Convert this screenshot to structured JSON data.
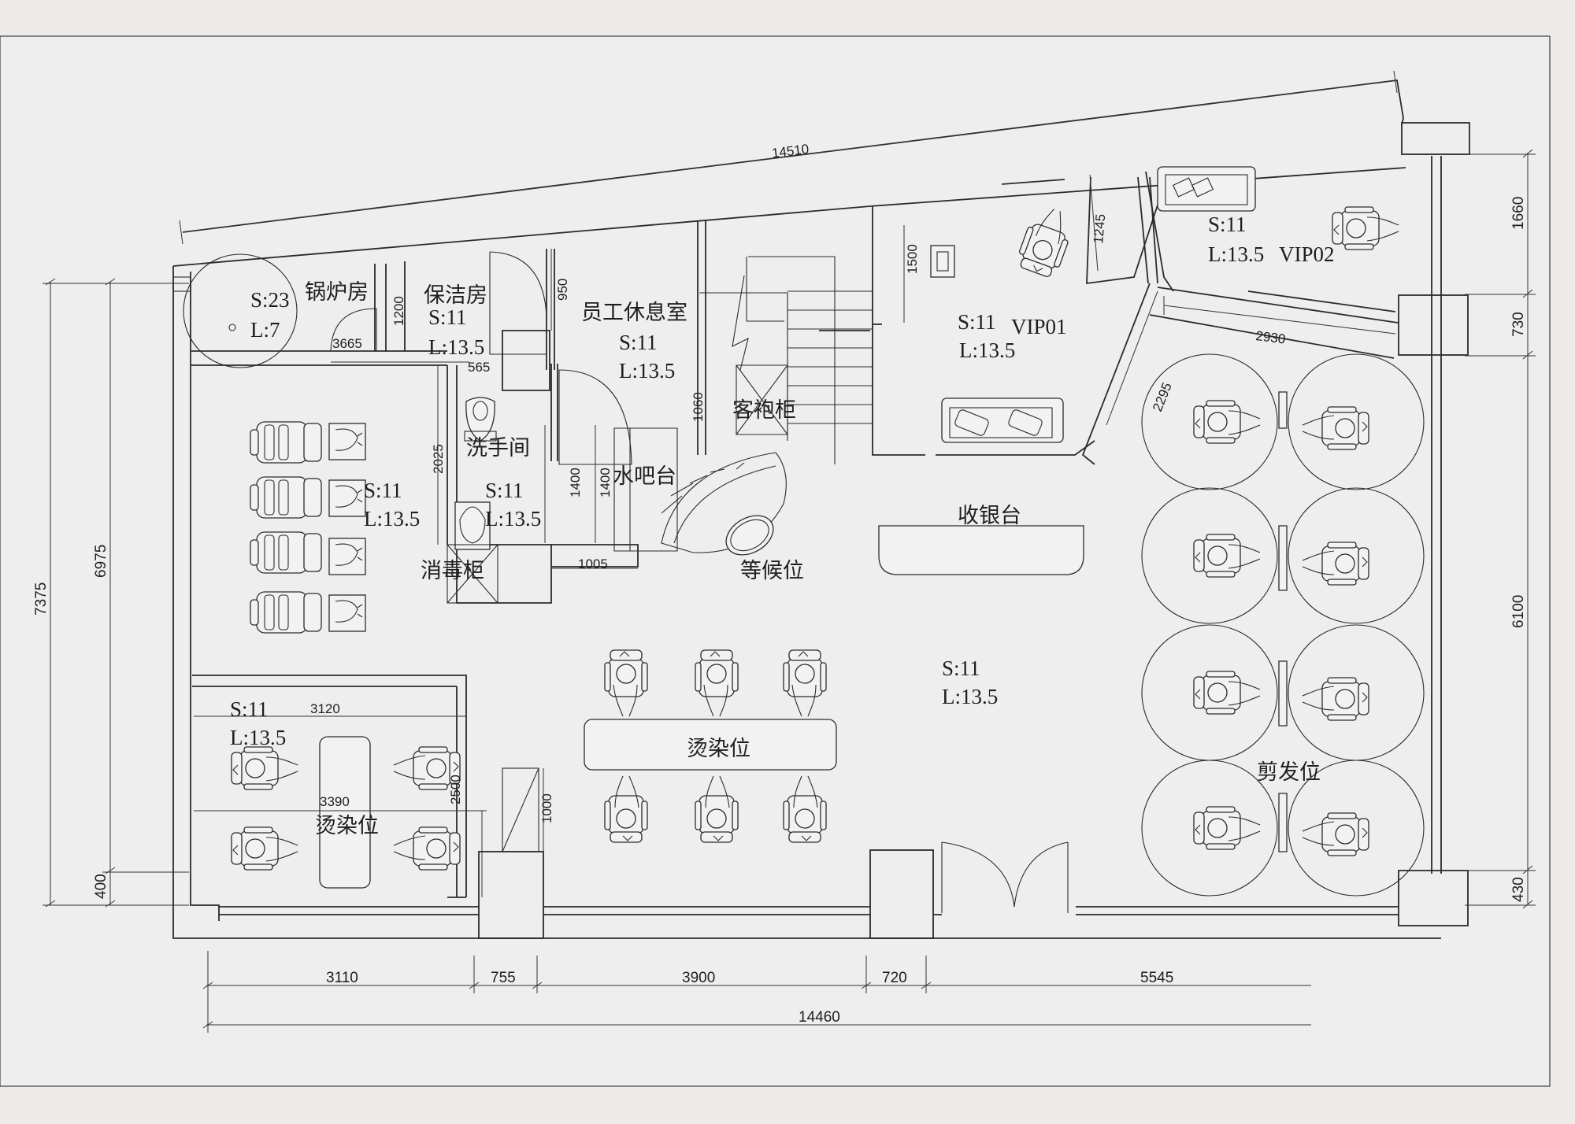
{
  "rooms": {
    "boiler": {
      "name": "锅炉房",
      "s": "S:23",
      "l": "L:7"
    },
    "cleaning": {
      "name": "保洁房",
      "s": "S:11",
      "l": "L:13.5"
    },
    "staff_lounge": {
      "name": "员工休息室",
      "s": "S:11",
      "l": "L:13.5"
    },
    "wash_room": {
      "name": "洗手间",
      "s": "S:11",
      "l": "L:13.5"
    },
    "robe_cabinet": {
      "name": "客袍柜"
    },
    "water_bar": {
      "name": "水吧台"
    },
    "disinfect_cabinet": {
      "name": "消毒柜"
    },
    "waiting": {
      "name": "等候位"
    },
    "vip01": {
      "name": "VIP01",
      "s": "S:11",
      "l": "L:13.5"
    },
    "vip02": {
      "name": "VIP02",
      "s": "S:11",
      "l": "L:13.5"
    },
    "cashier": {
      "name": "收银台"
    },
    "wash_area": {
      "s": "S:11",
      "l": "L:13.5"
    },
    "perm_left": {
      "name": "烫染位",
      "s": "S:11",
      "l": "L:13.5"
    },
    "perm_center": {
      "name": "烫染位"
    },
    "main_hall": {
      "s": "S:11",
      "l": "L:13.5"
    },
    "haircut": {
      "name": "剪发位"
    }
  },
  "dimensions": {
    "top_diagonal": "14510",
    "d3665": "3665",
    "d565": "565",
    "d1200": "1200",
    "d950": "950",
    "d2025": "2025",
    "d1400a": "1400",
    "d1400b": "1400",
    "d1060": "1060",
    "d1005": "1005",
    "d1500": "1500",
    "d1245": "1245",
    "d2930": "2930",
    "d2295": "2295",
    "d3120": "3120",
    "d3390": "3390",
    "d2500": "2500",
    "d1000": "1000",
    "left_7375": "7375",
    "left_6975": "6975",
    "left_400": "400",
    "right_1660": "1660",
    "right_730": "730",
    "right_6100": "6100",
    "right_430": "430",
    "bottom_3110": "3110",
    "bottom_755": "755",
    "bottom_3900": "3900",
    "bottom_720": "720",
    "bottom_5545": "5545",
    "bottom_total": "14460"
  }
}
